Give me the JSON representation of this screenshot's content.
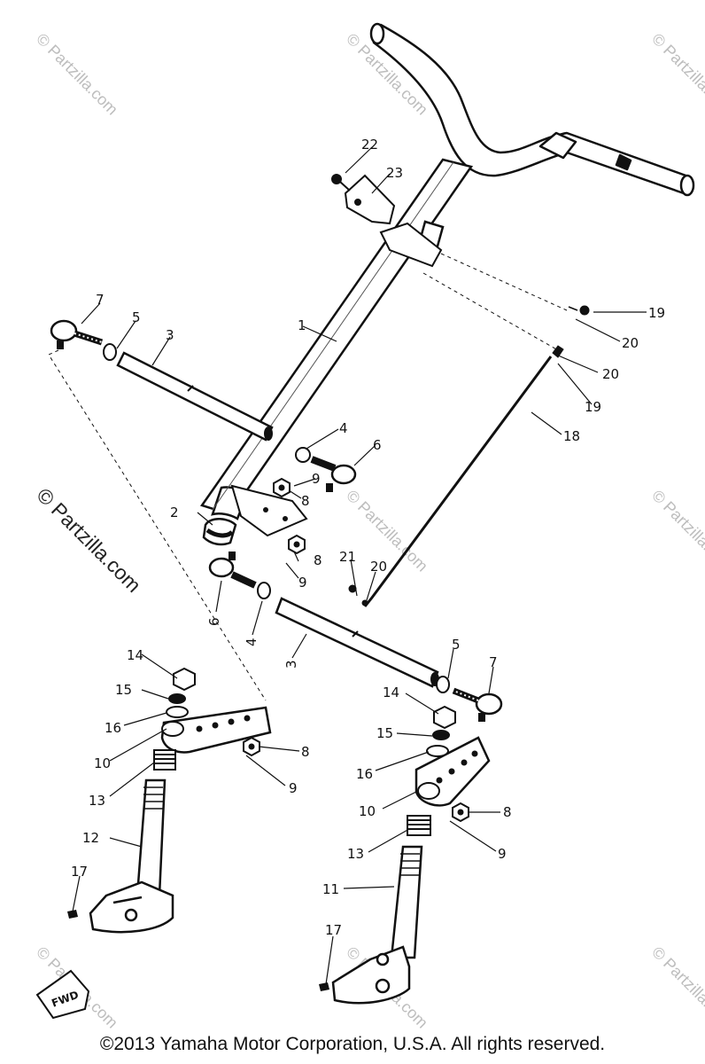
{
  "callouts": {
    "c1": "1",
    "c2": "2",
    "c3a": "3",
    "c3b": "3",
    "c4a": "4",
    "c4b": "4",
    "c5a": "5",
    "c5b": "5",
    "c6a": "6",
    "c6b": "6",
    "c7a": "7",
    "c7b": "7",
    "c8a": "8",
    "c8b": "8",
    "c8c": "8",
    "c8d": "8",
    "c9a": "9",
    "c9b": "9",
    "c9c": "9",
    "c9d": "9",
    "c10a": "10",
    "c10b": "10",
    "c11": "11",
    "c12": "12",
    "c13a": "13",
    "c13b": "13",
    "c14a": "14",
    "c14b": "14",
    "c15a": "15",
    "c15b": "15",
    "c16a": "16",
    "c16b": "16",
    "c17a": "17",
    "c17b": "17",
    "c18": "18",
    "c19a": "19",
    "c19b": "19",
    "c20a": "20",
    "c20b": "20",
    "c20c": "20",
    "c21": "21",
    "c22": "22",
    "c23": "23"
  },
  "watermark": {
    "main": "© Partzilla.com",
    "faint": "© Partzilla.com"
  },
  "fwd_label": "FWD",
  "copyright": "©2013  Yamaha Motor Corporation, U.S.A. All rights reserved."
}
